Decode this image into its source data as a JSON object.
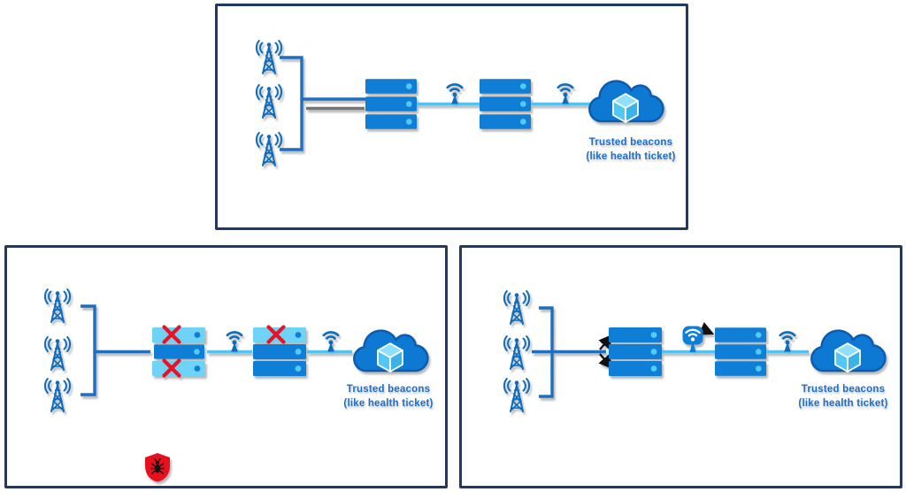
{
  "diagram": {
    "panels": [
      {
        "name": "top",
        "label": {
          "line1": "Trusted beacons",
          "line2": "(like health ticket)"
        },
        "elements": {
          "cell_towers": 3,
          "server_stacks": 2,
          "wifi_beacons": 2,
          "cloud": "cloud-with-cube"
        }
      },
      {
        "name": "bottom-left",
        "label": {
          "line1": "Trusted beacons",
          "line2": "(like health ticket)"
        },
        "elements": {
          "cell_towers": 3,
          "server_stacks": 2,
          "wifi_beacons": 2,
          "cloud": "cloud-with-cube",
          "red_x_marks": 3,
          "malware_shield": true
        }
      },
      {
        "name": "bottom-right",
        "label": {
          "line1": "Trusted beacons",
          "line2": "(like health ticket)"
        },
        "elements": {
          "cell_towers": 3,
          "server_stacks": 2,
          "wifi_beacons": 2,
          "cloud": "cloud-with-cube",
          "highlighted_wifi": true,
          "flow_arrows": 3
        }
      }
    ],
    "colors": {
      "panel_border": "#1e3a66",
      "icon_blue": "#0d6cbd",
      "server_blue": "#0f7ed6",
      "server_dot_cyan": "#53cbf5",
      "highlight_row_cyan": "#6fd2f7",
      "connector_cyan": "#54c3f0",
      "connector_blue": "#2e75b6",
      "label_blue": "#1a6fd0",
      "alert_red": "#e81425",
      "cloud_blue": "#0e79d3",
      "cube_cyan": "#52c7f4"
    },
    "icon_names": [
      "cell-tower-icon",
      "server-stack-icon",
      "wifi-beacon-icon",
      "cloud-cube-icon",
      "red-x-icon",
      "malware-shield-icon",
      "arrow-icon"
    ]
  }
}
